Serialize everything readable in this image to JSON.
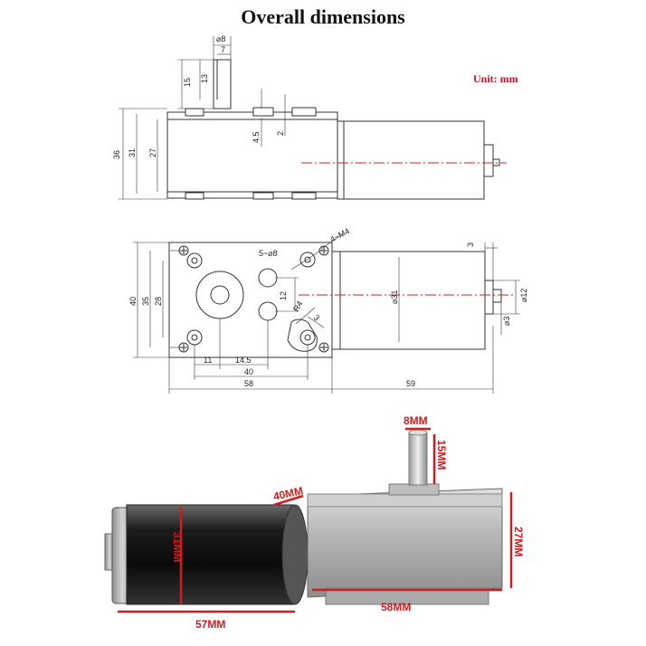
{
  "title": "Overall dimensions",
  "unit_label": "Unit: mm",
  "side_view": {
    "shaft_dia": "⌀8",
    "shaft_flat": "7",
    "shaft_len": "15",
    "shaft_flat_len": "13",
    "height_total": "36",
    "height_mid": "31",
    "height_inner": "27",
    "offset": "4.5",
    "step": "2"
  },
  "plan_view": {
    "corner_holes": "4~M4",
    "holes": "5~⌀8",
    "height_outer": "40",
    "height_holes": "35",
    "height_inner": "28",
    "offset_12": "12",
    "r4": "R4",
    "r_small": "3",
    "motor_dia": "⌀31",
    "rear_len": "3",
    "rear_dia": "⌀12",
    "rear_shaft": "⌀3",
    "dim_11": "11",
    "dim_14_5": "14.5",
    "dim_40": "40",
    "dim_58": "58",
    "dim_59": "59"
  },
  "photo": {
    "shaft_dia": "8MM",
    "shaft_len": "15MM",
    "gear_width": "40MM",
    "gear_height": "27MM",
    "motor_dia": "31MM",
    "motor_len": "57MM",
    "gear_len": "58MM"
  }
}
